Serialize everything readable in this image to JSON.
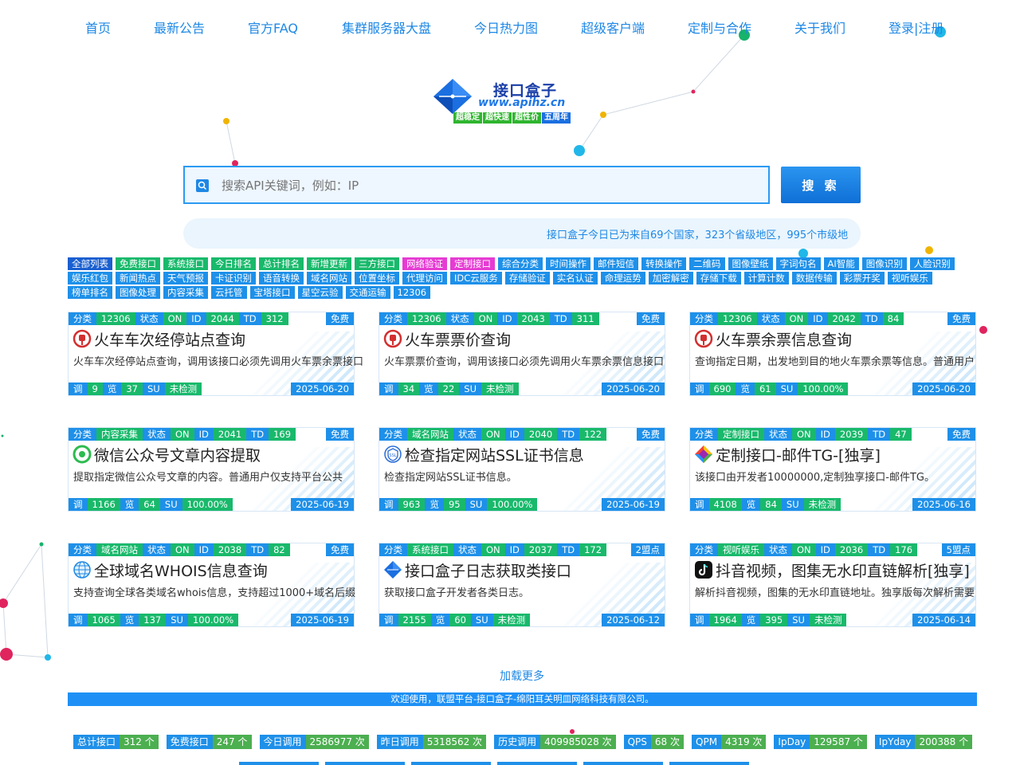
{
  "nav": [
    "首页",
    "最新公告",
    "官方FAQ",
    "集群服务器大盘",
    "今日热力图",
    "超级客户端",
    "定制与合作",
    "关于我们",
    "登录|注册"
  ],
  "logo": {
    "brand": "接口盒子",
    "domain": "www.apihz.cn",
    "slogan": [
      "超稳定",
      "超快速",
      "超性价",
      "五周年"
    ]
  },
  "search": {
    "placeholder": "搜索API关键词，例如：IP",
    "button": "搜 索"
  },
  "ticker": "接口盒子今日已为来自69个国家，323个省级地区，995个市级地",
  "tags": [
    {
      "label": "全部列表",
      "style": "active"
    },
    {
      "label": "免费接口",
      "style": "green"
    },
    {
      "label": "系统接口",
      "style": "green"
    },
    {
      "label": "今日排名",
      "style": "green"
    },
    {
      "label": "总计排名",
      "style": "green"
    },
    {
      "label": "新增更新",
      "style": "green"
    },
    {
      "label": "三方接口",
      "style": "green"
    },
    {
      "label": "网络验证",
      "style": "pink"
    },
    {
      "label": "定制接口",
      "style": "pink"
    },
    {
      "label": "综合分类",
      "style": ""
    },
    {
      "label": "时间操作",
      "style": ""
    },
    {
      "label": "邮件短信",
      "style": ""
    },
    {
      "label": "转换操作",
      "style": ""
    },
    {
      "label": "二维码",
      "style": ""
    },
    {
      "label": "图像壁纸",
      "style": ""
    },
    {
      "label": "字词句名",
      "style": ""
    },
    {
      "label": "AI智能",
      "style": ""
    },
    {
      "label": "图像识别",
      "style": ""
    },
    {
      "label": "人脸识别",
      "style": ""
    },
    {
      "label": "娱乐红包",
      "style": ""
    },
    {
      "label": "新闻热点",
      "style": ""
    },
    {
      "label": "天气预报",
      "style": ""
    },
    {
      "label": "卡证识别",
      "style": ""
    },
    {
      "label": "语音转换",
      "style": ""
    },
    {
      "label": "域名网站",
      "style": ""
    },
    {
      "label": "位置坐标",
      "style": ""
    },
    {
      "label": "代理访问",
      "style": ""
    },
    {
      "label": "IDC云服务",
      "style": ""
    },
    {
      "label": "存储验证",
      "style": ""
    },
    {
      "label": "实名认证",
      "style": ""
    },
    {
      "label": "命理运势",
      "style": ""
    },
    {
      "label": "加密解密",
      "style": ""
    },
    {
      "label": "存储下载",
      "style": ""
    },
    {
      "label": "计算计数",
      "style": ""
    },
    {
      "label": "数据传输",
      "style": ""
    },
    {
      "label": "彩票开奖",
      "style": ""
    },
    {
      "label": "视听娱乐",
      "style": ""
    },
    {
      "label": "榜单排名",
      "style": ""
    },
    {
      "label": "图像处理",
      "style": ""
    },
    {
      "label": "内容采集",
      "style": ""
    },
    {
      "label": "云托管",
      "style": ""
    },
    {
      "label": "宝塔接口",
      "style": ""
    },
    {
      "label": "星空云验",
      "style": ""
    },
    {
      "label": "交通运输",
      "style": ""
    },
    {
      "label": "12306",
      "style": ""
    }
  ],
  "labels": {
    "cat": "分类",
    "status": "状态",
    "id": "ID",
    "td": "TD",
    "calls": "调",
    "views": "览",
    "su": "SU"
  },
  "cards": [
    {
      "cat": "12306",
      "status": "ON",
      "id": "2044",
      "td": "312",
      "price": "免费",
      "icon": "railway-icon",
      "title": "火车车次经停站点查询",
      "desc": "火车车次经停站点查询，调用该接口必须先调用火车票余票接口",
      "calls": "9",
      "views": "37",
      "su": "未检测",
      "date": "2025-06-20"
    },
    {
      "cat": "12306",
      "status": "ON",
      "id": "2043",
      "td": "311",
      "price": "免费",
      "icon": "railway-icon",
      "title": "火车票票价查询",
      "desc": "火车票票价查询，调用该接口必须先调用火车票余票信息接口",
      "calls": "34",
      "views": "22",
      "su": "未检测",
      "date": "2025-06-20"
    },
    {
      "cat": "12306",
      "status": "ON",
      "id": "2042",
      "td": "84",
      "price": "免费",
      "icon": "railway-icon",
      "title": "火车票余票信息查询",
      "desc": "查询指定日期，出发地到目的地火车票余票等信息。普通用户",
      "calls": "690",
      "views": "61",
      "su": "100.00%",
      "date": "2025-06-20"
    },
    {
      "cat": "内容采集",
      "status": "ON",
      "id": "2041",
      "td": "169",
      "price": "免费",
      "icon": "wechat-icon",
      "title": "微信公众号文章内容提取",
      "desc": "提取指定微信公众号文章的内容。普通用户仅支持平台公共",
      "calls": "1166",
      "views": "64",
      "su": "100.00%",
      "date": "2025-06-19"
    },
    {
      "cat": "域名网站",
      "status": "ON",
      "id": "2040",
      "td": "122",
      "price": "免费",
      "icon": "ssl-shield-icon",
      "title": "检查指定网站SSL证书信息",
      "desc": "检查指定网站SSL证书信息。",
      "calls": "963",
      "views": "95",
      "su": "100.00%",
      "date": "2025-06-19"
    },
    {
      "cat": "定制接口",
      "status": "ON",
      "id": "2039",
      "td": "47",
      "price": "免费",
      "icon": "custom-diamond-icon",
      "title": "定制接口-邮件TG-[独享]",
      "desc": "该接口由开发者10000000,定制独享接口-邮件TG。",
      "calls": "4108",
      "views": "84",
      "su": "未检测",
      "date": "2025-06-16"
    },
    {
      "cat": "域名网站",
      "status": "ON",
      "id": "2038",
      "td": "82",
      "price": "免费",
      "icon": "globe-icon",
      "title": "全球域名WHOIS信息查询",
      "desc": "支持查询全球各类域名whois信息，支持超过1000+域名后缀",
      "calls": "1065",
      "views": "137",
      "su": "100.00%",
      "date": "2025-06-19"
    },
    {
      "cat": "系统接口",
      "status": "ON",
      "id": "2037",
      "td": "172",
      "price": "2盟点",
      "icon": "apihz-logo-icon",
      "title": "接口盒子日志获取类接口",
      "desc": "获取接口盒子开发者各类日志。",
      "calls": "2155",
      "views": "60",
      "su": "未检测",
      "date": "2025-06-12"
    },
    {
      "cat": "视听娱乐",
      "status": "ON",
      "id": "2036",
      "td": "176",
      "price": "5盟点",
      "icon": "tiktok-icon",
      "title": "抖音视频，图集无水印直链解析[独享]",
      "desc": "解析抖音视频，图集的无水印直链地址。独享版每次解析需要",
      "calls": "1964",
      "views": "395",
      "su": "未检测",
      "date": "2025-06-14"
    }
  ],
  "load_more": "加载更多",
  "banner": "欢迎使用，联盟平台-接口盒子-绵阳耳关明皿网络科技有限公司。",
  "stats": [
    {
      "k": "总计接口",
      "v": "312 个"
    },
    {
      "k": "免费接口",
      "v": "247 个"
    },
    {
      "k": "今日调用",
      "v": "2586977 次"
    },
    {
      "k": "昨日调用",
      "v": "5318562 次"
    },
    {
      "k": "历史调用",
      "v": "409985028 次"
    },
    {
      "k": "QPS",
      "v": "68 次"
    },
    {
      "k": "QPM",
      "v": "4319 次"
    },
    {
      "k": "IpDay",
      "v": "129587 个"
    },
    {
      "k": "IpYday",
      "v": "200388 个"
    }
  ]
}
